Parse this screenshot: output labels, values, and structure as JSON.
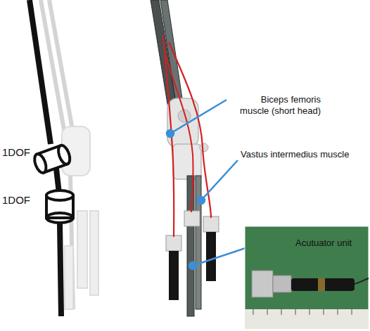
{
  "diagram": {
    "labels": [
      "1DOF",
      "1DOF",
      "Biceps femoris muscle (short head)",
      "Vastus intermedius muscle",
      "Acutuator unit"
    ]
  }
}
